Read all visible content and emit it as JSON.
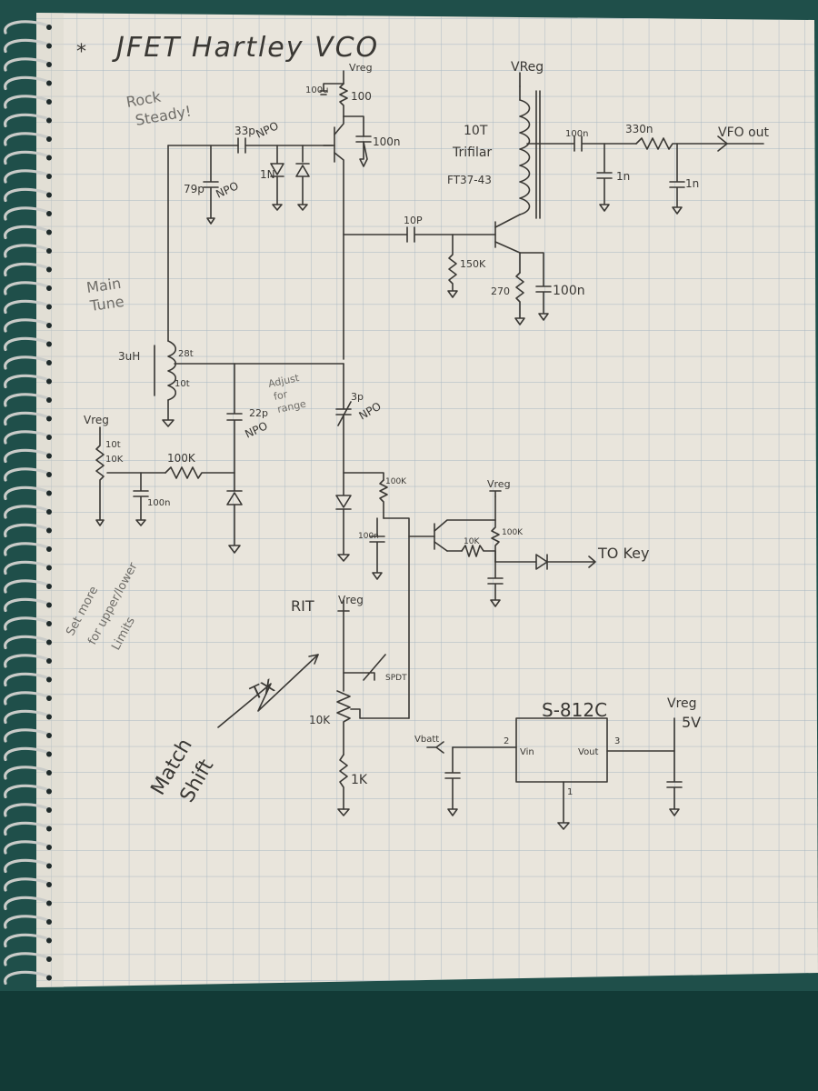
{
  "title": "JFET Hartley VCO",
  "notes": {
    "rock_steady": [
      "Rock",
      "Steady!"
    ],
    "main_tune": [
      "Main",
      "Tune"
    ],
    "adjust_range": [
      "Adjust",
      "for",
      "range"
    ],
    "set_more": [
      "Set more",
      "for upper/lower",
      "Limits"
    ],
    "match_shift": [
      "Match",
      "Shift"
    ],
    "tx": "TX",
    "rit": "RIT",
    "trifilar": [
      "10T",
      "Trifilar",
      "FT37-43"
    ]
  },
  "labels": {
    "vreg": "Vreg",
    "vreg_top": "VReg",
    "vfo_out": "VFO out",
    "to_key": "TO Key",
    "vbatt": "Vbatt",
    "vreg_5v": "5V",
    "regulator": "S-812C",
    "vin": "Vin",
    "vout": "Vout",
    "pin1": "1",
    "pin2": "2",
    "pin3": "3",
    "spdt": "SPDT"
  },
  "components": {
    "r100u": "100u",
    "r100": "100",
    "c100n_top": "100n",
    "c33p": "33p",
    "npo_a": "NPO",
    "c79p": "79p",
    "npo_b": "NPO",
    "d1n": "1N",
    "l3uh": "3uH",
    "t28": "28t",
    "t10": "10t",
    "c22p": "22p",
    "npo_c": "NPO",
    "c3p": "3p",
    "npo_d": "NPO",
    "pot10t": "10t",
    "pot10k": "10K",
    "r100k_tune": "100K",
    "c100n_tune": "100n",
    "c10p": "10P",
    "r150k": "150K",
    "r270": "270",
    "c100n_src": "100n",
    "c100n_out": "100n",
    "l330n": "330n",
    "c1n_a": "1n",
    "c1n_b": "1n",
    "r100k_rit": "100K",
    "c100n_rit": "100n",
    "r10k_key": "10K",
    "r100k_key": "100K",
    "pot10k_rit": "10K",
    "r1k": "1K"
  },
  "colors": {
    "paper": "#e9e5dc",
    "ink": "#3a3834",
    "grid": "#a7b6c2",
    "desk": "#1f4f4a"
  }
}
